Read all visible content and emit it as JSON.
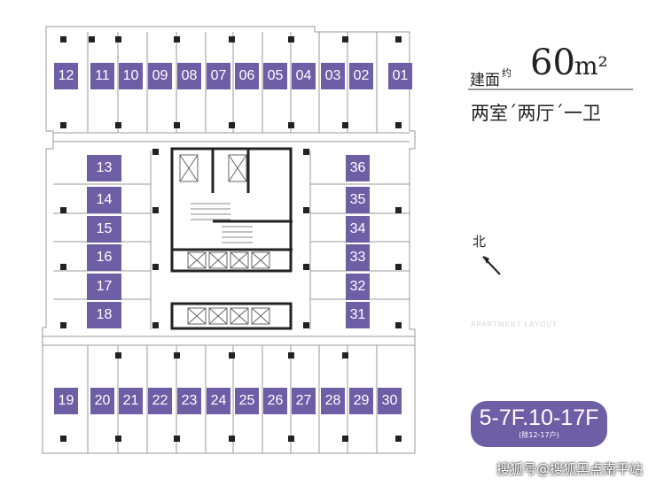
{
  "area": {
    "prefix": "建面",
    "approx": "约",
    "value": "60",
    "unit": "m²"
  },
  "layout": "两室´两厅´一卫",
  "compass": {
    "label": "北"
  },
  "apartment_layout": {
    "title": "APARTMENT LAYOUT",
    "line1": "",
    "line2": ""
  },
  "floors": {
    "label": "5-7F.10-17F",
    "note": "(除12-17户)"
  },
  "units": {
    "top": [
      "12",
      "11",
      "10",
      "09",
      "08",
      "07",
      "06",
      "05",
      "04",
      "03",
      "02",
      "01"
    ],
    "left": [
      "13",
      "14",
      "15",
      "16",
      "17",
      "18"
    ],
    "right": [
      "36",
      "35",
      "34",
      "33",
      "32",
      "31"
    ],
    "bottom": [
      "19",
      "20",
      "21",
      "22",
      "23",
      "24",
      "25",
      "26",
      "27",
      "28",
      "29",
      "30"
    ]
  },
  "watermark": "搜狐号@搜狐黑点南平站",
  "colors": {
    "accent": "#6e5ea6",
    "wall": "#222222",
    "line": "#999999"
  }
}
